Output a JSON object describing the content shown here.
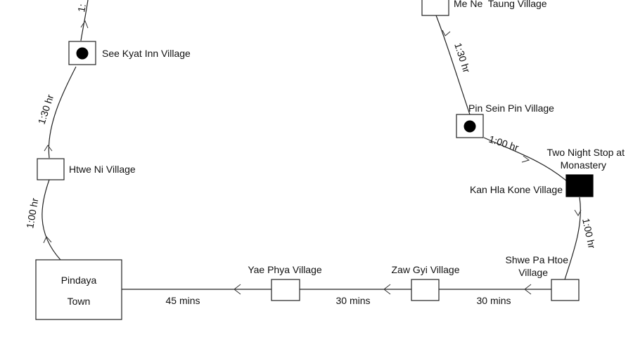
{
  "diagram": {
    "nodes": {
      "pindaya_line1": "Pindaya",
      "pindaya_line2": "Town",
      "htwe_ni": "Htwe Ni Village",
      "see_kyat_inn": "See Kyat Inn Village",
      "me_ne_taung": "Me Ne  Taung Village",
      "pin_sein_pin": "Pin Sein Pin Village",
      "two_night_line1": "Two Night Stop at",
      "two_night_line2": "Monastery",
      "kan_hla_kone": "Kan Hla Kone Village",
      "shwe_pa_htoe_line1": "Shwe Pa Htoe",
      "shwe_pa_htoe_line2": "Village",
      "zaw_gyi": "Zaw Gyi Village",
      "yae_phya": "Yae Phya Village"
    },
    "durations": {
      "pindaya_htwe_ni": "1:00 hr",
      "htwe_ni_see_kyat": "1:30 hr",
      "see_kyat_top_partial": "1:",
      "me_ne_pin_sein": "1:30 hr",
      "pin_sein_kan_hla": "1:00 hr",
      "kan_hla_shwe_pa": "1:00 hr",
      "shwe_pa_zaw_gyi": "30 mins",
      "zaw_gyi_yae_phya": "30 mins",
      "yae_phya_pindaya": "45 mins"
    }
  }
}
